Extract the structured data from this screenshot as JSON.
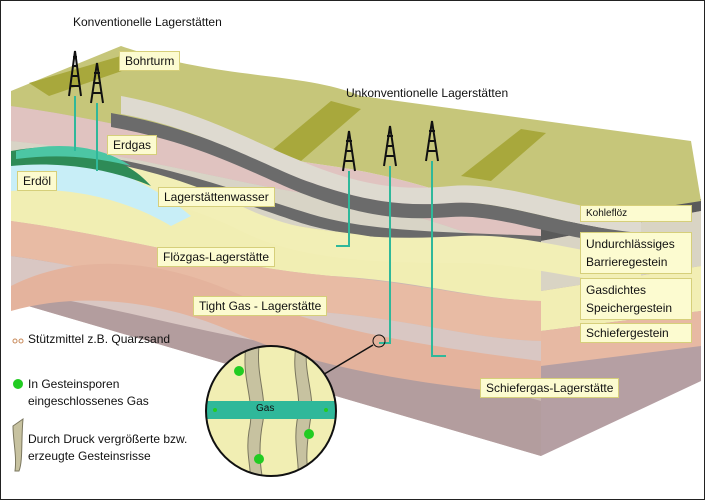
{
  "headings": {
    "conventional": "Konventionelle Lagerstätten",
    "unconventional": "Unkonventionelle Lagerstätten"
  },
  "callouts": {
    "bohrturm": "Bohrturm",
    "erdgas": "Erdgas",
    "erdoel": "Erdöl",
    "lagerstaettenwasser": "Lagerstättenwasser",
    "floezgas": "Flözgas-Lagerstätte",
    "tightgas": "Tight Gas - Lagerstätte",
    "schiefergas_lagerstaette": "Schiefergas-Lagerstätte"
  },
  "layers": {
    "kohlefloez": "Kohleflöz",
    "barriere": "Undurchlässiges Barrieregestein",
    "speicher": "Gasdichtes Speichergestein",
    "schiefer": "Schiefergestein"
  },
  "inset": {
    "gas_label": "Gas"
  },
  "legend": {
    "stuetzmittel": "Stützmittel z.B. Quarzsand",
    "poren": "In Gesteinsporen eingeschlossenes Gas",
    "risse": "Durch Druck vergrößerte bzw. erzeugte Gesteinsrisse"
  },
  "colors": {
    "surface": "#c8c878",
    "surface_dark": "#a6a63a",
    "coal": "#5c5c5c",
    "barrier": "#d9d5c4",
    "reservoir": "#f2efb6",
    "shale": "#e9b9a2",
    "deep": "#b9a2a6",
    "pipe": "#2fb89a",
    "gas_green": "#22cc22",
    "water": "#c8eef7",
    "oil": "#7fbf84"
  }
}
